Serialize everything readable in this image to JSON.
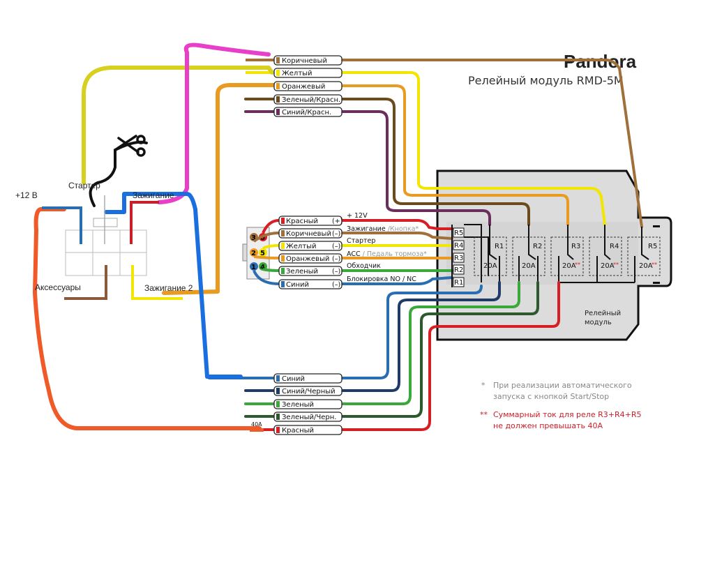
{
  "brand": "Pandora",
  "subtitle": "Релейный модуль RMD-5M",
  "module_label": [
    "Релейный",
    "модуль"
  ],
  "colors": {
    "brown": "#a0703a",
    "yellow": "#f2e600",
    "orange": "#e89b20",
    "darkbrown": "#6b4a1e",
    "purple": "#6b2d5c",
    "red": "#d81e25",
    "green": "#3aa83a",
    "blue": "#2a6db0",
    "navy": "#1f3c66",
    "darkgreen": "#2d5a2d",
    "pink": "#e83ec8",
    "handorange": "#f05a28",
    "handblue": "#1a6fe0",
    "handyellow": "#d8d020"
  },
  "top_wires": [
    "Коричневый",
    "Желтый",
    "Оранжевый",
    "Зеленый/Красн.",
    "Синий/Красн."
  ],
  "connector": {
    "pins": [
      "3",
      "6",
      "2",
      "5",
      "1",
      "4"
    ],
    "wires": [
      {
        "label": "Красный",
        "polarity": "(+)",
        "function": "+ 12V",
        "note": ""
      },
      {
        "label": "Коричневый",
        "polarity": "(–)",
        "function": "Зажигание",
        "note": " /Кнопка*"
      },
      {
        "label": "Желтый",
        "polarity": "(–)",
        "function": "Стартер",
        "note": ""
      },
      {
        "label": "Оранжевый",
        "polarity": "(–)",
        "function": "ACC",
        "note": " / Педаль тормоза*"
      },
      {
        "label": "Зеленый",
        "polarity": "(–)",
        "function": "Обходчик",
        "note": ""
      },
      {
        "label": "Синий",
        "polarity": "(–)",
        "function": "Блокировка NO / NC",
        "note": ""
      }
    ]
  },
  "relay_inputs": [
    "R5",
    "R4",
    "R3",
    "R2",
    "R1"
  ],
  "relays": [
    {
      "name": "R1",
      "rating": "20A",
      "mark": ""
    },
    {
      "name": "R2",
      "rating": "20A",
      "mark": ""
    },
    {
      "name": "R3",
      "rating": "20A",
      "mark": "**"
    },
    {
      "name": "R4",
      "rating": "20A",
      "mark": "**"
    },
    {
      "name": "R5",
      "rating": "20A",
      "mark": "**"
    }
  ],
  "bottom_wires": [
    "Синий",
    "Синий/Черный",
    "Зеленый",
    "Зеленый/Черн.",
    "Красный"
  ],
  "fuse": "40A",
  "notes": {
    "n1_mark": "*",
    "n1_line1": "При реализации автоматического",
    "n1_line2": "запуска с кнопкой Start/Stop",
    "n2_mark": "**",
    "n2_line1": "Суммарный ток для реле R3+R4+R5",
    "n2_line2": "не должен превышать 40А"
  },
  "socket_labels": {
    "plus12": "+12 В",
    "starter": "Стартер",
    "ignition": "Зажигание",
    "acc": "Аксессуары",
    "ignition2": "Зажигание 2"
  }
}
